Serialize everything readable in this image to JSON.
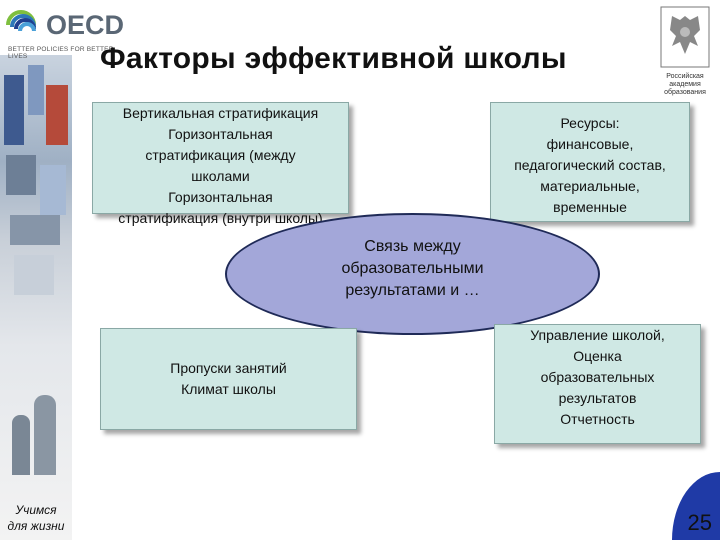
{
  "header": {
    "logo_text": "OECD",
    "logo_tagline": "BETTER POLICIES FOR BETTER LIVES",
    "title": "Факторы эффективной школы",
    "emblem_caption": [
      "Российская",
      "академия",
      "образования"
    ]
  },
  "boxes": {
    "top_left": [
      "Вертикальная стратификация",
      "Горизонтальная",
      "стратификация (между",
      "школами",
      "Горизонтальная",
      "стратификация (внутри школы)"
    ],
    "top_right": [
      "Ресурсы:",
      "финансовые,",
      "педагогический состав,",
      "материальные,",
      "временные"
    ],
    "bottom_left": [
      "Пропуски занятий",
      "Климат школы"
    ],
    "bottom_right": [
      "Управление школой,",
      "Оценка",
      "образовательных",
      "результатов",
      "Отчетность"
    ]
  },
  "center": [
    "Связь между",
    "образовательными",
    "результатами и …"
  ],
  "sidebar_caption": [
    "Учимся",
    "для жизни"
  ],
  "page_number": "25",
  "colors": {
    "box_fill": "#cfe8e4",
    "ellipse_fill": "#a3a7d9",
    "ellipse_border": "#1f2a57",
    "corner_fill": "#1f3aa6"
  }
}
